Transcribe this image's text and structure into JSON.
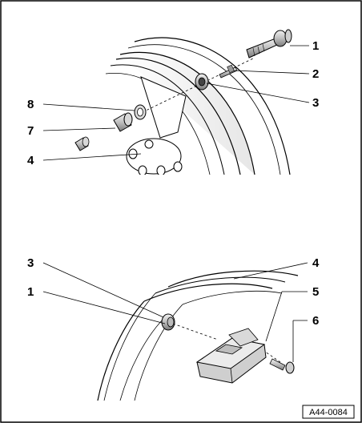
{
  "figure_id": "A44-0084",
  "top_panel": {
    "callouts": {
      "c1": "1",
      "c2": "2",
      "c3": "3",
      "c8": "8",
      "c7": "7",
      "c4": "4"
    }
  },
  "bottom_panel": {
    "callouts": {
      "c3": "3",
      "c1": "1",
      "c4": "4",
      "c5": "5",
      "c6": "6"
    }
  }
}
